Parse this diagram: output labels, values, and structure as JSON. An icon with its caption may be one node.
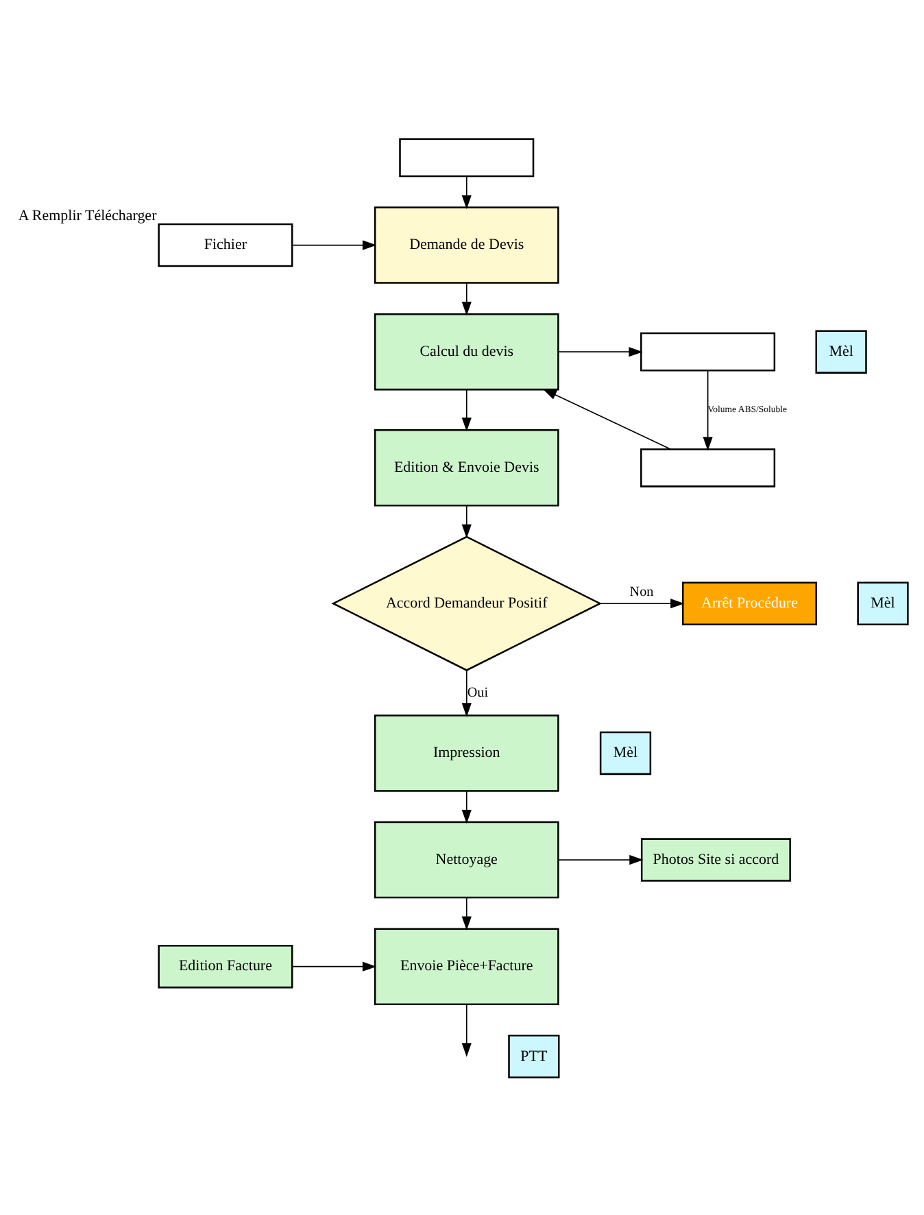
{
  "diagram": {
    "nodes": [
      {
        "text": [
          "Demande de Devis"
        ]
      },
      {
        "text": [],
        "shape": "box"
      },
      {
        "text": [
          "Fichier"
        ],
        "beside": [
          "A Remplir Télécharger"
        ]
      },
      {
        "text": [
          "Mèl"
        ]
      },
      {
        "text": [
          "Calcul du devis"
        ]
      },
      {
        "text": [],
        "shape": "box"
      },
      {
        "text": [],
        "shape": "box"
      },
      {
        "text": [
          "Edition & Envoie Devis"
        ]
      },
      {
        "text": [
          "Mèl"
        ]
      },
      {
        "text": [
          "Accord Demandeur Positif"
        ]
      },
      {
        "text": [
          "Arrêt Procédure"
        ]
      },
      {
        "text": [
          "Mèl"
        ]
      },
      {
        "text": [
          "Impression"
        ]
      },
      {
        "text": [
          "Nettoyage"
        ]
      },
      {
        "text": [
          "Photos Site si accord"
        ]
      },
      {
        "text": [
          "Envoie Pièce+Facture"
        ]
      },
      {
        "text": [
          "Edition Facture"
        ]
      },
      {
        "text": [
          "PTT"
        ]
      }
    ],
    "edges": [
      {
        "from": 1,
        "to": 0,
        "arrow": "to"
      },
      {
        "from": 2,
        "to": 0,
        "arrow": "to"
      },
      {
        "from": 0,
        "to": 4,
        "arrow": "to"
      },
      {
        "from": 4,
        "to": 5,
        "arrow": "to"
      },
      {
        "from": 5,
        "to": 6,
        "arrow": "to",
        "label": "Volume ABS/Soluble"
      },
      {
        "from": 6,
        "to": 4,
        "arrow": "to"
      },
      {
        "from": 4,
        "to": 7,
        "arrow": "to"
      },
      {
        "from": 7,
        "to": 9,
        "arrow": "to"
      },
      {
        "from": 9,
        "to": 10,
        "arrow": "to",
        "label": "Non"
      },
      {
        "from": 9,
        "to": 12,
        "arrow": "to",
        "label": "Oui"
      },
      {
        "from": 12,
        "to": 13,
        "arrow": "to"
      },
      {
        "from": 13,
        "to": 14,
        "arrow": "to"
      },
      {
        "from": 13,
        "to": 15,
        "arrow": "to"
      },
      {
        "from": 16,
        "to": 15,
        "arrow": "to"
      },
      {
        "from": 15,
        "to": null,
        "arrow": "to"
      }
    ]
  }
}
